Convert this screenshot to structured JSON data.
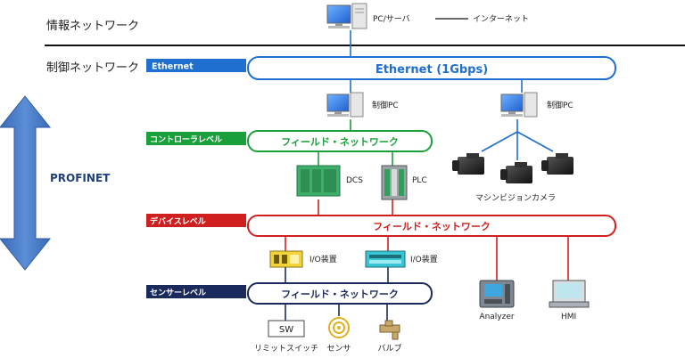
{
  "sections": {
    "info_network": "情報ネットワーク",
    "control_network": "制御ネットワーク"
  },
  "profinet_label": "PROFINET",
  "nodes": {
    "pc_server": "PC/サーバ",
    "internet": "インターネット",
    "control_pc_1": "制御PC",
    "control_pc_2": "制御PC",
    "dcs": "DCS",
    "plc": "PLC",
    "machine_vision": "マシンビジョンカメラ",
    "io_device_1": "I/O装置",
    "io_device_2": "I/O装置",
    "analyzer": "Analyzer",
    "hmi": "HMI",
    "sw": "SW",
    "limit_switch": "リミットスイッチ",
    "sensor": "センサ",
    "valve": "バルブ"
  },
  "levels": {
    "ethernet_tag": "Ethernet",
    "controller_tag": "コントローラレベル",
    "device_tag": "デバイスレベル",
    "sensor_tag": "センサーレベル"
  },
  "buses": {
    "ethernet": "Ethernet (1Gbps)",
    "controller": "フィールド・ネットワーク",
    "device": "フィールド・ネットワーク",
    "sensor": "フィールド・ネットワーク"
  },
  "colors": {
    "ethernet": "#1f6fd1",
    "controller": "#1aa03a",
    "device": "#d01f1f",
    "sensor": "#1b2a5c",
    "profinet_arrow": "#4a7cc4"
  }
}
